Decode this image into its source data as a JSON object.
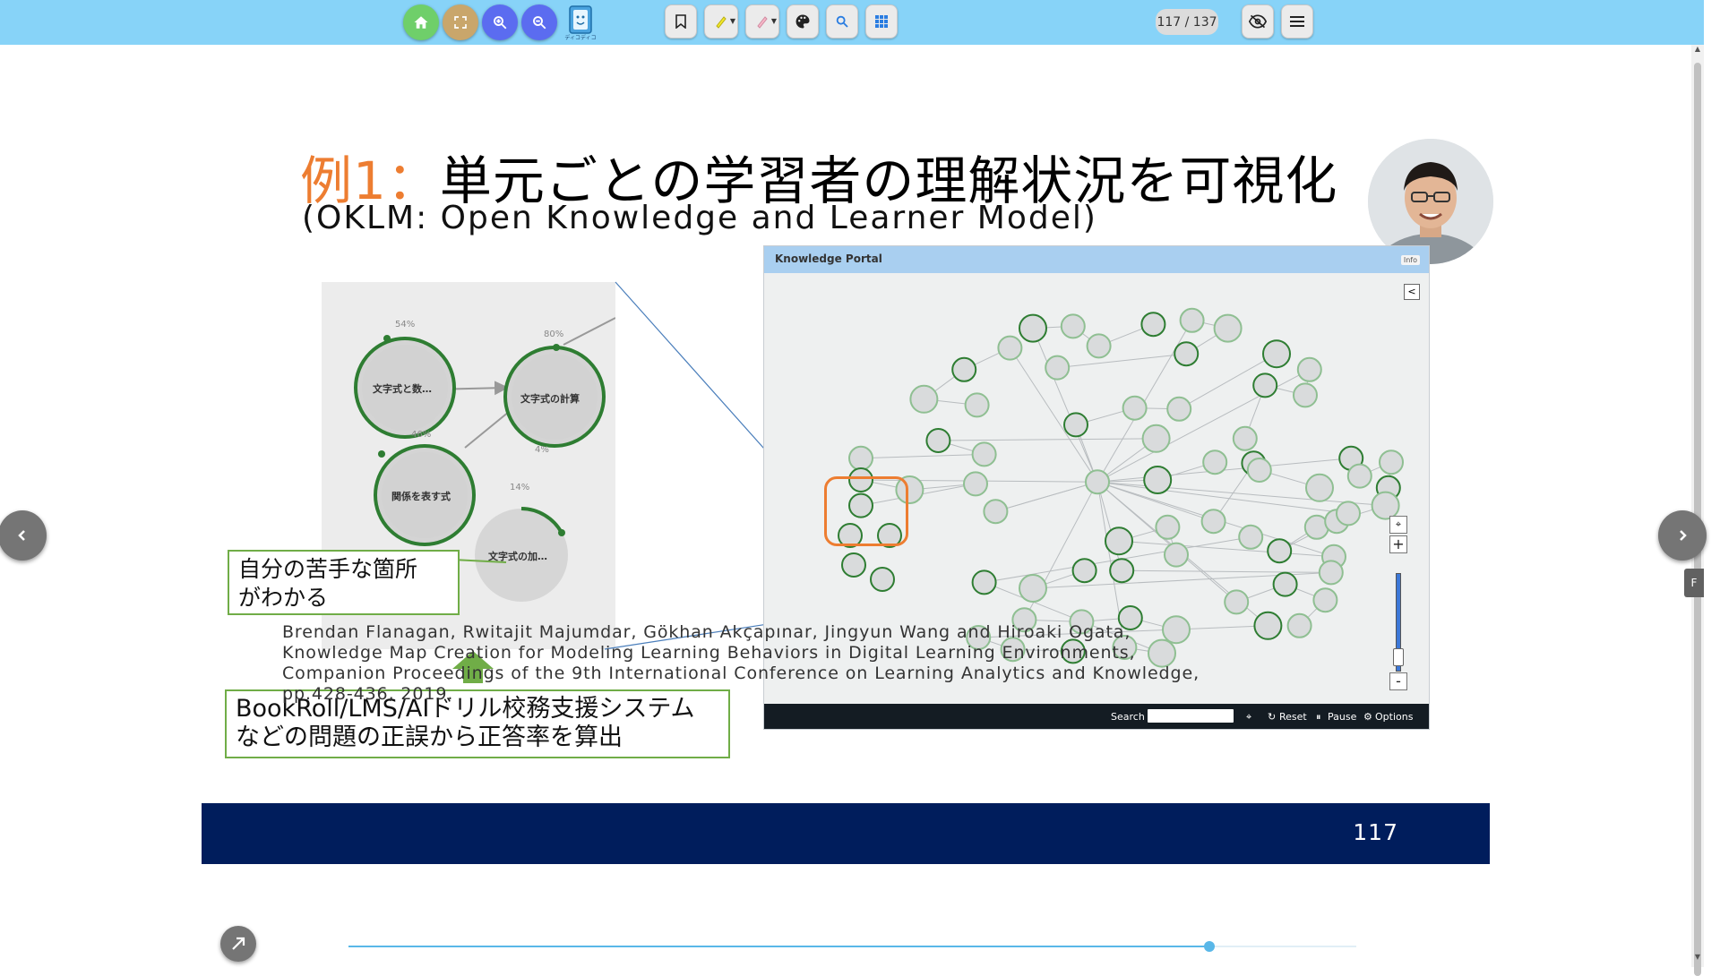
{
  "toolbar": {
    "home_icon": "home-icon",
    "fit_icon": "fit-screen-icon",
    "zoom_in_icon": "zoom-in-icon",
    "zoom_out_icon": "zoom-out-icon",
    "logo_text": "ディコディコ",
    "page_counter": "117 / 137",
    "colors": {
      "bar": "#87d3f8",
      "home": "#6fcf6a",
      "fit": "#c9a66b",
      "zoom": "#5b6cf0"
    }
  },
  "slide": {
    "title_accent": "例1：",
    "title_main": "単元ごとの学習者の理解状況を可視化",
    "subtitle": "(OKLM: Open Knowledge and Learner Model)",
    "zoom_nodes": [
      {
        "label": "文字式と数…",
        "pct": "54%"
      },
      {
        "label": "文字式の計算",
        "pct": "80%"
      },
      {
        "label": "関係を表す式",
        "pct": "46%"
      },
      {
        "label": "文字式の加…",
        "pct": "14%"
      }
    ],
    "zoom_pct_extra": "4%",
    "callout_weak_line1": "自分の苦手な箇所",
    "callout_weak_line2": "がわかる",
    "callout_calc_line1": "BookRoll/LMS/AIドリル校務支援システム",
    "callout_calc_line2": "などの問題の正誤から正答率を算出",
    "portal": {
      "title": "Knowledge Portal",
      "info": "Info",
      "collapse": "<",
      "search_label": "Search",
      "reset": "Reset",
      "pause": "Pause",
      "options": "Options",
      "zoom_plus": "+",
      "zoom_minus": "-"
    },
    "reference": "Brendan Flanagan, Rwitajit Majumdar, Gökhan Akçapınar, Jingyun Wang and Hiroaki Ogata, Knowledge Map Creation for Modeling Learning Behaviors in Digital Learning Environments, Companion Proceedings of the 9th International Conference on Learning Analytics and Knowledge, pp.428-436, 2019.",
    "slide_number": "117",
    "colors": {
      "accent": "#ed7d31",
      "callout_border": "#70ad47",
      "footer": "#001d5c",
      "node_ring": "#1e7a2e"
    }
  },
  "navigation": {
    "prev_icon": "chevron-left-icon",
    "next_icon": "chevron-right-icon",
    "side_tab": "F",
    "fullscreen_icon": "expand-arrow-icon"
  },
  "progress": {
    "current_page": 117,
    "total_pages": 137
  }
}
